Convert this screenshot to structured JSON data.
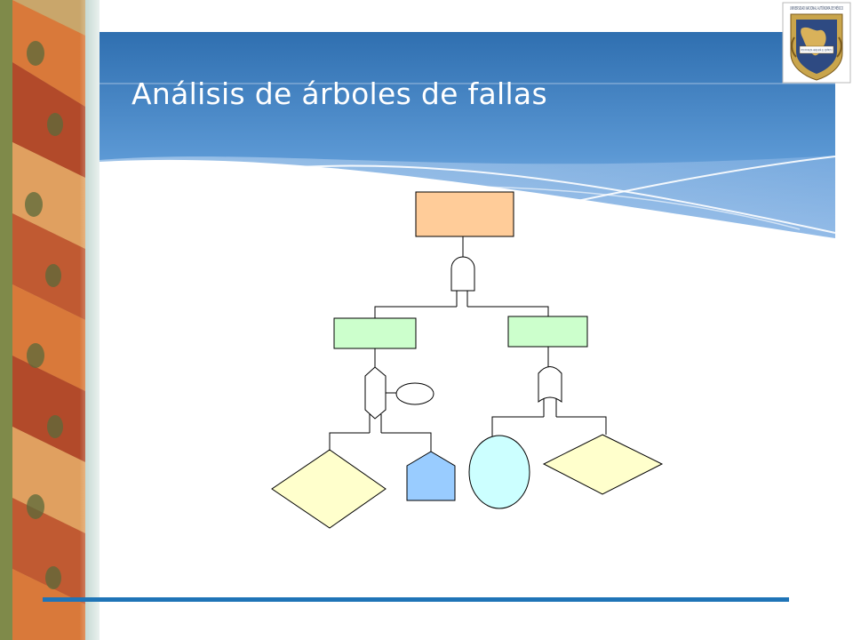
{
  "slide": {
    "title": "Análisis de árboles de fallas"
  },
  "decor": {
    "left_mural": "mural-strip",
    "logo": "university-crest",
    "crest_caption": "UNIVERSIDAD NACIONAL AUTÓNOMA DE MÉXICO",
    "crest_motto": "POR MI RAZA HABLARÁ EL ESPÍRITU"
  },
  "fault_tree": {
    "top_event": {
      "shape": "rectangle",
      "color": "#ffcc99"
    },
    "gates": [
      {
        "id": "gate-and",
        "type": "AND"
      },
      {
        "id": "gate-inhibit",
        "type": "INHIBIT",
        "condition": "ellipse"
      },
      {
        "id": "gate-or",
        "type": "OR"
      }
    ],
    "intermediate_events": [
      {
        "id": "left",
        "shape": "rectangle",
        "color": "#ccffcc"
      },
      {
        "id": "right",
        "shape": "rectangle",
        "color": "#ccffcc"
      }
    ],
    "basic_events": [
      {
        "id": "undeveloped-left",
        "shape": "diamond",
        "color": "#ffffcc"
      },
      {
        "id": "house-event",
        "shape": "house",
        "color": "#99ccff"
      },
      {
        "id": "basic-circle",
        "shape": "circle",
        "color": "#ccffff"
      },
      {
        "id": "undeveloped-right",
        "shape": "diamond",
        "color": "#ffffcc"
      }
    ]
  },
  "colors": {
    "header_blue": "#3c7fc0",
    "header_light": "#a9c9ec",
    "footer_line": "#1f74b7"
  }
}
